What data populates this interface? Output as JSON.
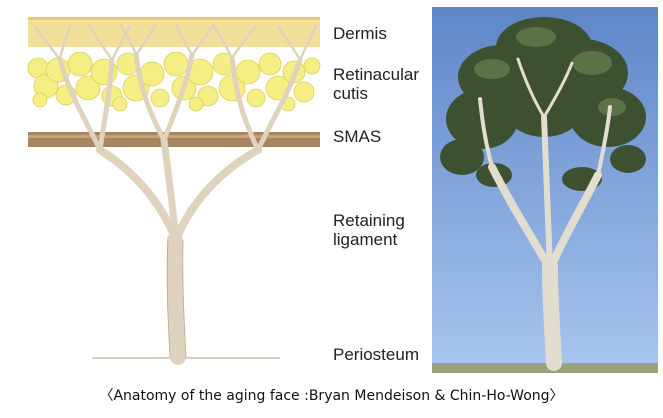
{
  "labels": {
    "dermis": "Dermis",
    "retinacular_cutis": "Retinacular\ncutis",
    "smas": "SMAS",
    "retaining_ligament": "Retaining\nligament",
    "periosteum": "Periosteum"
  },
  "caption": "〈Anatomy of the aging face :Bryan Mendeison & Chin-Ho-Wong〉",
  "colors": {
    "dermis": "#f2df9a",
    "fat": "#f5ee83",
    "smas": "#a9855f",
    "ligament": "#dfd3bd",
    "sky_top": "#5f86c9",
    "sky_bottom": "#a7c7ee",
    "foliage": "#3d5130",
    "trunk": "#e3ddd0"
  }
}
